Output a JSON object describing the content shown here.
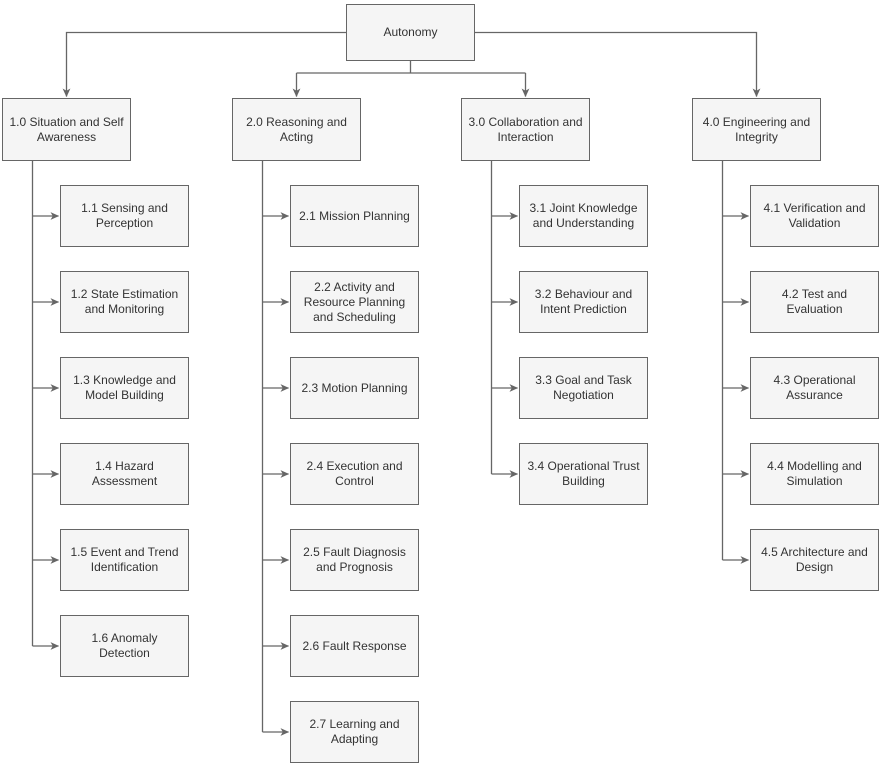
{
  "diagram": {
    "root": {
      "label": "Autonomy"
    },
    "columns": [
      {
        "label": "1.0 Situation and Self Awareness",
        "children": [
          {
            "label": "1.1 Sensing and Perception"
          },
          {
            "label": "1.2 State Estimation and Monitoring"
          },
          {
            "label": "1.3 Knowledge and Model Building"
          },
          {
            "label": "1.4 Hazard Assessment"
          },
          {
            "label": "1.5 Event and Trend Identification"
          },
          {
            "label": "1.6 Anomaly Detection"
          }
        ]
      },
      {
        "label": "2.0 Reasoning and Acting",
        "children": [
          {
            "label": "2.1 Mission Planning"
          },
          {
            "label": "2.2 Activity and Resource Planning and Scheduling"
          },
          {
            "label": "2.3 Motion Planning"
          },
          {
            "label": "2.4 Execution and Control"
          },
          {
            "label": "2.5 Fault Diagnosis and Prognosis"
          },
          {
            "label": "2.6 Fault Response"
          },
          {
            "label": "2.7 Learning and Adapting"
          }
        ]
      },
      {
        "label": "3.0 Collaboration and Interaction",
        "children": [
          {
            "label": "3.1 Joint Knowledge and Understanding"
          },
          {
            "label": "3.2 Behaviour and Intent Prediction"
          },
          {
            "label": "3.3 Goal and Task Negotiation"
          },
          {
            "label": "3.4 Operational Trust Building"
          }
        ]
      },
      {
        "label": "4.0 Engineering and Integrity",
        "children": [
          {
            "label": "4.1 Verification and Validation"
          },
          {
            "label": "4.2 Test and Evaluation"
          },
          {
            "label": "4.3 Operational Assurance"
          },
          {
            "label": "4.4 Modelling and Simulation"
          },
          {
            "label": "4.5 Architecture and Design"
          }
        ]
      }
    ],
    "colors": {
      "node_fill": "#f5f5f5",
      "node_border": "#666666",
      "connector": "#666666",
      "text": "#333333",
      "background": "#ffffff"
    }
  }
}
